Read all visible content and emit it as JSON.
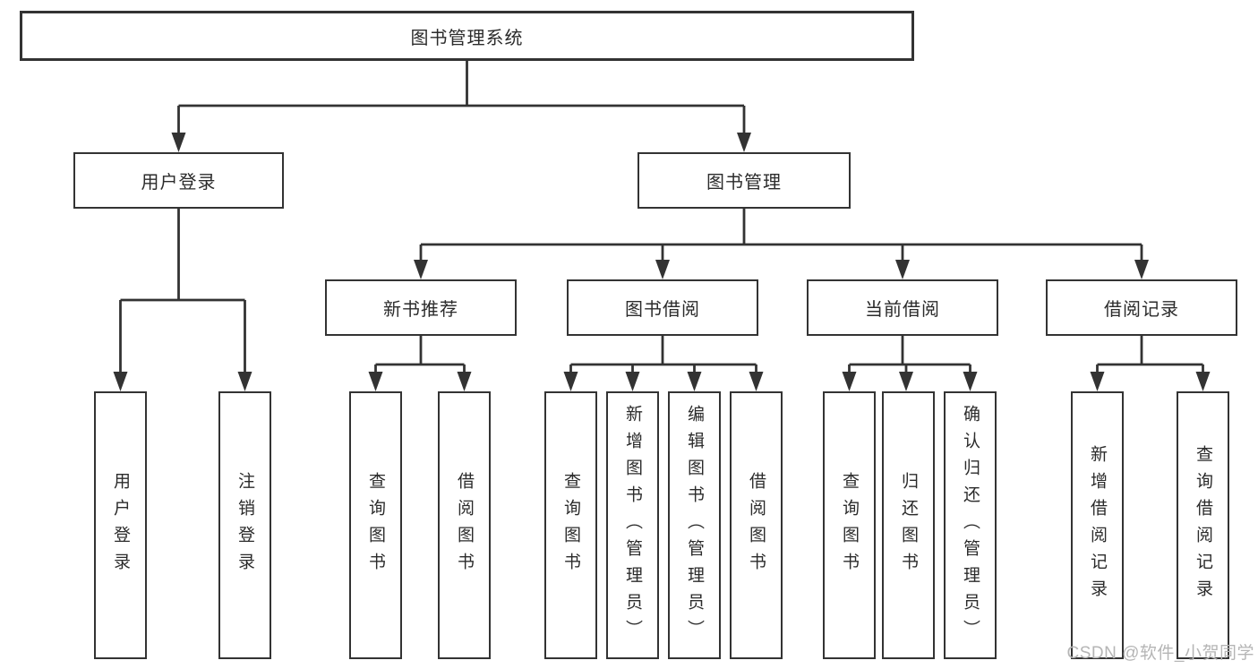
{
  "tree": {
    "label": "图书管理系统",
    "children": [
      {
        "label": "用户登录",
        "children": [
          {
            "label": "用户登录"
          },
          {
            "label": "注销登录"
          }
        ]
      },
      {
        "label": "图书管理",
        "children": [
          {
            "label": "新书推荐",
            "children": [
              {
                "label": "查询图书"
              },
              {
                "label": "借阅图书"
              }
            ]
          },
          {
            "label": "图书借阅",
            "children": [
              {
                "label": "查询图书"
              },
              {
                "label": "新增图书（管理员）"
              },
              {
                "label": "编辑图书（管理员）"
              },
              {
                "label": "借阅图书"
              }
            ]
          },
          {
            "label": "当前借阅",
            "children": [
              {
                "label": "查询图书"
              },
              {
                "label": "归还图书"
              },
              {
                "label": "确认归还（管理员）"
              }
            ]
          },
          {
            "label": "借阅记录",
            "children": [
              {
                "label": "新增借阅记录"
              },
              {
                "label": "查询借阅记录"
              }
            ]
          }
        ]
      }
    ]
  },
  "watermark": {
    "text": "CSDN @软件_小贺同学"
  },
  "colors": {
    "line": "#333333",
    "box_border": "#333333",
    "box_fill": "#ffffff",
    "text": "#2b2b2b",
    "watermark": "#b5b5b5"
  }
}
